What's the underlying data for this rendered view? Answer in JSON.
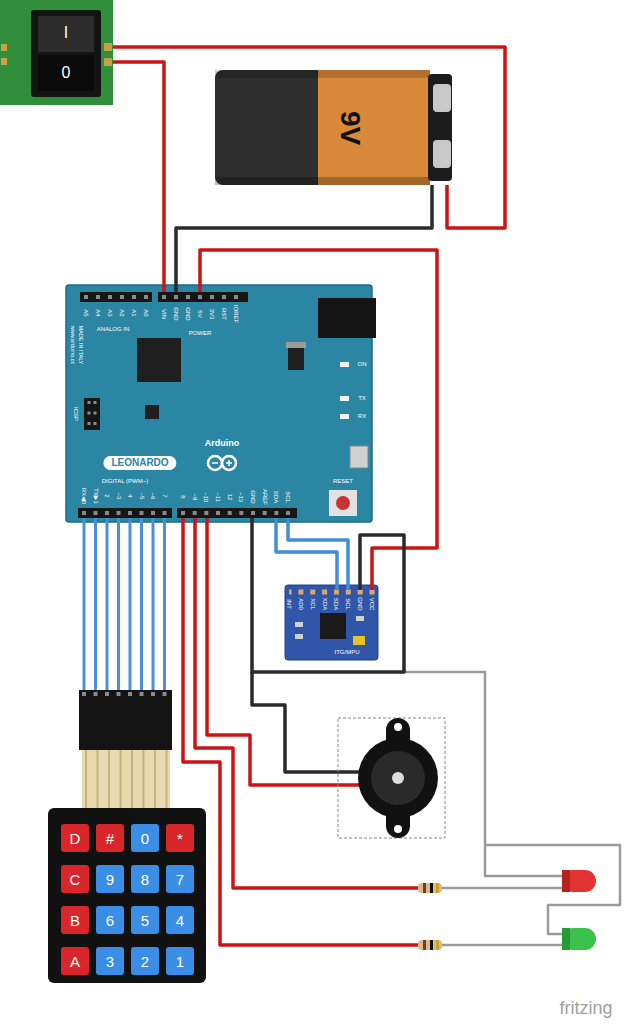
{
  "diagram": {
    "nodes": [
      {
        "text": [
          "I",
          "0"
        ]
      },
      {
        "text": [
          "9V"
        ]
      },
      {
        "text": [
          "LEONARDO",
          "Arduino"
        ]
      },
      {
        "text": [
          "ITG/MPU"
        ]
      },
      {
        "text": [
          "D"
        ]
      },
      {
        "text": [
          "#"
        ]
      },
      {
        "text": [
          "0"
        ]
      },
      {
        "text": [
          "*"
        ]
      },
      {
        "text": [
          "C"
        ]
      },
      {
        "text": [
          "9"
        ]
      },
      {
        "text": [
          "8"
        ]
      },
      {
        "text": [
          "7"
        ]
      },
      {
        "text": [
          "B"
        ]
      },
      {
        "text": [
          "6"
        ]
      },
      {
        "text": [
          "5"
        ]
      },
      {
        "text": [
          "4"
        ]
      },
      {
        "text": [
          "A"
        ]
      },
      {
        "text": [
          "3"
        ]
      },
      {
        "text": [
          "2"
        ]
      },
      {
        "text": [
          "1"
        ]
      }
    ],
    "edges": [
      {
        "from": 0,
        "to": 1,
        "arrow": "none"
      },
      {
        "from": 0,
        "to": 2,
        "arrow": "none"
      },
      {
        "from": 1,
        "to": 2,
        "arrow": "none"
      },
      {
        "from": 2,
        "to": 3,
        "arrow": "none"
      },
      {
        "from": 2,
        "to": 3,
        "arrow": "none"
      },
      {
        "from": 2,
        "to": 3,
        "arrow": "none"
      },
      {
        "from": 2,
        "to": 3,
        "arrow": "none"
      }
    ],
    "labels": [
      "A5",
      "A4",
      "A3",
      "A2",
      "A1",
      "A0",
      "ANALOG IN",
      "VIN",
      "GND",
      "GND",
      "5V",
      "3V3",
      "RST",
      "IOREF",
      "POWER",
      "www.arduino.cc",
      "MADE IN ITALY",
      "ICSP",
      "ON",
      "TX",
      "RX",
      "DIGITAL (PWM~)",
      "RX◀0",
      "TX▶1",
      "2",
      "~3",
      "4",
      "~5",
      "~6",
      "7",
      "8",
      "~9",
      "~10",
      "~11",
      "12",
      "~13",
      "GND",
      "AREF",
      "SDA",
      "SCL",
      "RESET",
      "INT",
      "AD0",
      "XCL",
      "XDA",
      "SDA",
      "SCL",
      "GND",
      "VCC",
      "fritzing"
    ]
  }
}
